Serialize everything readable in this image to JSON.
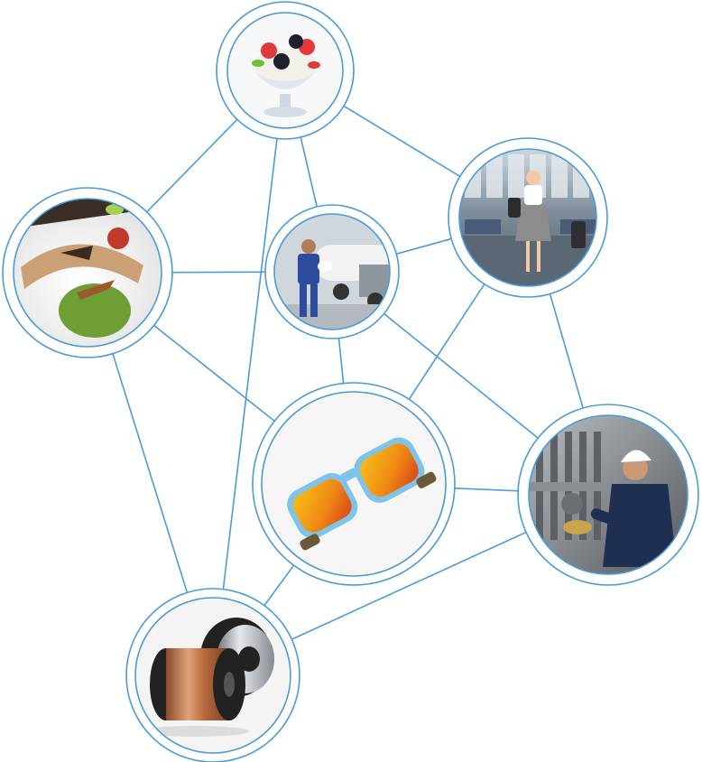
{
  "diagram": {
    "line_color": "#4a9bd6",
    "nodes": [
      {
        "id": "dessert-cup",
        "depicts": "fruit-yogurt-dessert-cup",
        "colors": [
          "#ffffff",
          "#d8e1ea",
          "#e23a3a",
          "#1f1f2e",
          "#6bbf3c",
          "#f4f1ea"
        ]
      },
      {
        "id": "airport-traveler",
        "depicts": "woman-traveler-in-airport",
        "colors": [
          "#3b4a5a",
          "#9aa8b4",
          "#ffffff",
          "#8c8c8c",
          "#4a5b7a"
        ]
      },
      {
        "id": "gas-truck-worker",
        "depicts": "worker-with-helmet-by-gas-truck",
        "colors": [
          "#cfd6dc",
          "#2e4c9e",
          "#f2f2f2",
          "#8e979e"
        ]
      },
      {
        "id": "food-plate",
        "depicts": "burrito-and-guacamole-plate",
        "colors": [
          "#ffffff",
          "#caa074",
          "#6f9e35",
          "#c0392b",
          "#3a2a20"
        ]
      },
      {
        "id": "sunglasses",
        "depicts": "blue-frame-mirrored-sunglasses",
        "colors": [
          "#f6f6f6",
          "#7fc3e8",
          "#f09a14",
          "#e04a1a",
          "#6b5a3a"
        ]
      },
      {
        "id": "industrial-worker",
        "depicts": "worker-at-industrial-machinery",
        "colors": [
          "#8a8f94",
          "#1f2f52",
          "#ffffff",
          "#c9a44a",
          "#5c6166"
        ]
      },
      {
        "id": "wire-spools",
        "depicts": "copper-and-steel-wire-spools",
        "colors": [
          "#f4f4f4",
          "#222222",
          "#c77f4e",
          "#b9bec4"
        ]
      }
    ],
    "edges": [
      [
        "dessert-cup",
        "food-plate"
      ],
      [
        "dessert-cup",
        "gas-truck-worker"
      ],
      [
        "dessert-cup",
        "airport-traveler"
      ],
      [
        "dessert-cup",
        "wire-spools"
      ],
      [
        "food-plate",
        "gas-truck-worker"
      ],
      [
        "food-plate",
        "sunglasses"
      ],
      [
        "food-plate",
        "wire-spools"
      ],
      [
        "gas-truck-worker",
        "airport-traveler"
      ],
      [
        "gas-truck-worker",
        "sunglasses"
      ],
      [
        "gas-truck-worker",
        "industrial-worker"
      ],
      [
        "airport-traveler",
        "sunglasses"
      ],
      [
        "airport-traveler",
        "industrial-worker"
      ],
      [
        "sunglasses",
        "industrial-worker"
      ],
      [
        "sunglasses",
        "wire-spools"
      ],
      [
        "industrial-worker",
        "wire-spools"
      ]
    ]
  }
}
